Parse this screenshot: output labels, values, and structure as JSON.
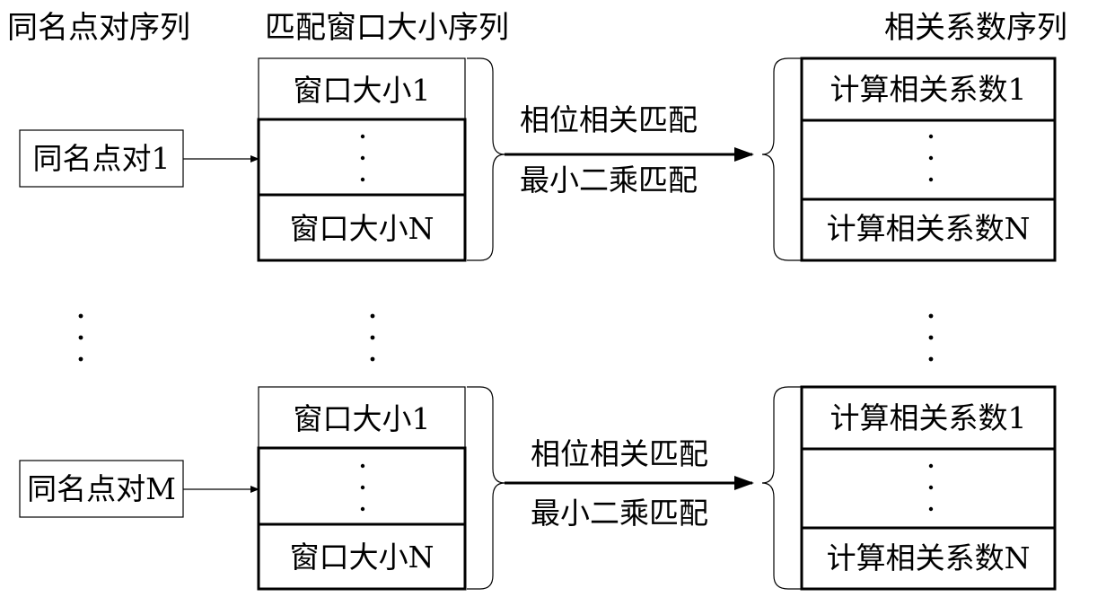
{
  "headers": {
    "pairs": "同名点对序列",
    "windows": "匹配窗口大小序列",
    "coefficients": "相关系数序列"
  },
  "groups": [
    {
      "pair_label": "同名点对1",
      "window_first": "窗口大小1",
      "window_last": "窗口大小N",
      "method_top": "相位相关匹配",
      "method_bottom": "最小二乘匹配",
      "coef_first": "计算相关系数1",
      "coef_last": "计算相关系数N"
    },
    {
      "pair_label": "同名点对M",
      "window_first": "窗口大小1",
      "window_last": "窗口大小N",
      "method_top": "相位相关匹配",
      "method_bottom": "最小二乘匹配",
      "coef_first": "计算相关系数1",
      "coef_last": "计算相关系数N"
    }
  ]
}
